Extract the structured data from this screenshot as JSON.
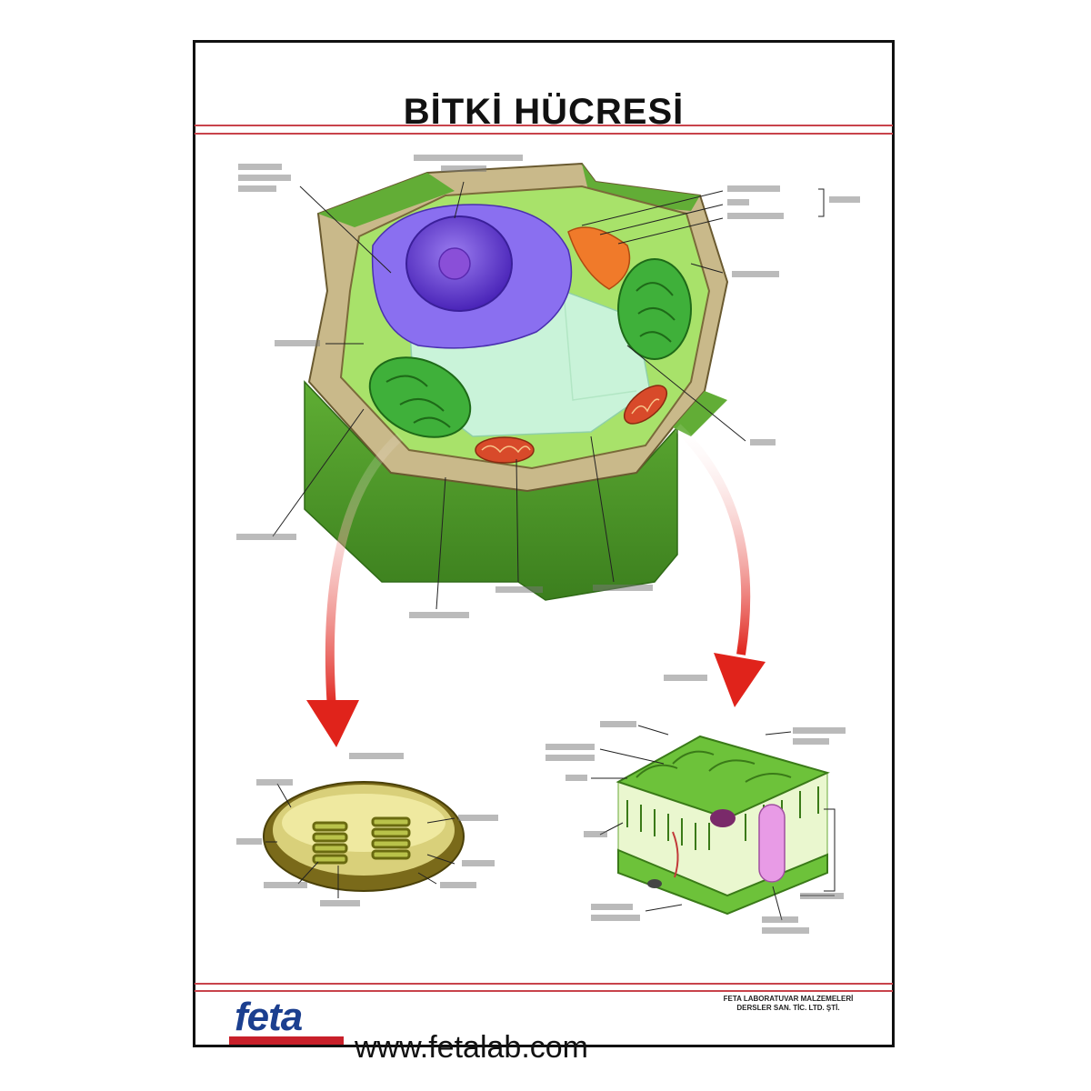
{
  "poster": {
    "title": "BİTKİ HÜCRESİ",
    "website": "www.fetalab.com",
    "logo_text": "feta",
    "company_lines": [
      "FETA LABORATUVAR MALZEMELERİ",
      "DERSLER SAN. TİC. LTD. ŞTİ."
    ]
  },
  "colors": {
    "wall": "#4f9a2c",
    "cytoplasm": "#a8e26a",
    "nucleus": "#6a3fd6",
    "vacuole": "#c9f3d9",
    "mitochondria": "#d84a2a",
    "arrow": "#e0231b",
    "rule": "#c8434b"
  },
  "icons": {
    "cell_arrow": "curved-red-arrow",
    "logo": "feta-logo"
  }
}
